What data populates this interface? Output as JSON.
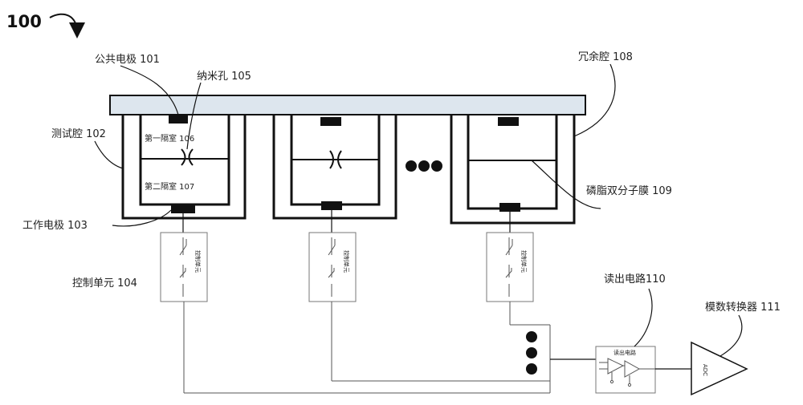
{
  "figure_number": "100",
  "labels": {
    "common_electrode": "公共电极 101",
    "nanopore": "纳米孔 105",
    "redundant_chamber": "冗余腔 108",
    "test_chamber": "测试腔 102",
    "first_compartment": "第一隔室 106",
    "second_compartment": "第二隔室 107",
    "working_electrode": "工作电极 103",
    "lipid_bilayer": "磷脂双分子膜 109",
    "control_unit": "控制单元 104",
    "readout_circuit": "读出电路110",
    "adc": "模数转换器 111"
  },
  "inner_labels": {
    "control_unit": "控制单元",
    "readout_circuit": "读出电路",
    "adc": "ADC"
  }
}
